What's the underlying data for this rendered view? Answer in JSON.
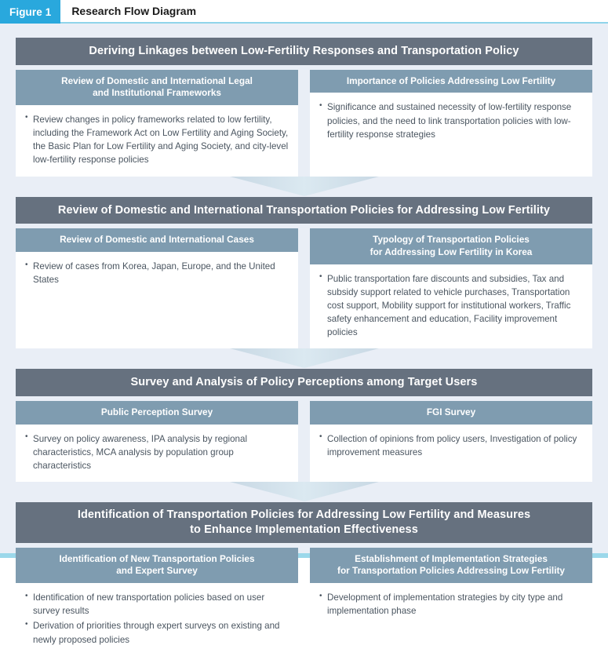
{
  "figure": {
    "tag": "Figure 1",
    "title": "Research Flow Diagram"
  },
  "colors": {
    "figure_tag_bg": "#29a8dd",
    "panel_bg": "#e9eef6",
    "stage_header_bg": "#66717f",
    "column_header_bg": "#7f9cb0",
    "body_bg": "#ffffff",
    "body_text": "#4a5560",
    "bottom_rule": "#9bd8ea",
    "caption_rule": "#8fd4ea",
    "arrow_fill": "#c3d6e3"
  },
  "stages": [
    {
      "header": "Deriving Linkages between Low-Fertility Responses and Transportation Policy",
      "columns": [
        {
          "header": "Review of Domestic and International Legal\nand Institutional Frameworks",
          "bullets": [
            "Review changes in policy frameworks related to low fertility, including the Framework Act on Low Fertility and Aging Society, the Basic Plan for Low Fertility and Aging Society, and city-level low-fertility response policies"
          ]
        },
        {
          "header": "Importance of Policies Addressing Low Fertility",
          "bullets": [
            "Significance and sustained necessity of low-fertility response policies, and the need to link transportation policies with low-fertility response strategies"
          ]
        }
      ]
    },
    {
      "header": "Review of Domestic and International Transportation Policies for Addressing Low Fertility",
      "columns": [
        {
          "header": "Review of Domestic and International Cases",
          "bullets": [
            "Review of cases from Korea, Japan, Europe, and the United States"
          ]
        },
        {
          "header": "Typology of Transportation Policies\nfor Addressing Low Fertility in Korea",
          "bullets": [
            "Public transportation fare discounts and subsidies, Tax and subsidy support related to vehicle purchases, Transportation cost support, Mobility support for institutional workers, Traffic safety enhancement and education, Facility improvement policies"
          ]
        }
      ]
    },
    {
      "header": "Survey and Analysis of Policy Perceptions among Target Users",
      "columns": [
        {
          "header": "Public Perception Survey",
          "bullets": [
            "Survey on policy awareness, IPA analysis by regional characteristics, MCA analysis by population group characteristics"
          ]
        },
        {
          "header": "FGI Survey",
          "bullets": [
            "Collection of opinions from policy users, Investigation of policy improvement measures"
          ]
        }
      ]
    },
    {
      "header": "Identification of Transportation Policies for Addressing Low Fertility and Measures\nto Enhance Implementation Effectiveness",
      "columns": [
        {
          "header": "Identification of New Transportation Policies\nand Expert Survey",
          "bullets": [
            "Identification of new transportation policies based on user survey results",
            "Derivation of priorities through expert surveys on existing and newly proposed policies"
          ]
        },
        {
          "header": "Establishment of Implementation Strategies\nfor Transportation Policies Addressing Low Fertility",
          "bullets": [
            "Development of implementation strategies by city type and implementation phase"
          ]
        }
      ]
    }
  ],
  "arrows": {
    "count": 3,
    "direction": "down",
    "icon": "down-arrow-icon"
  }
}
